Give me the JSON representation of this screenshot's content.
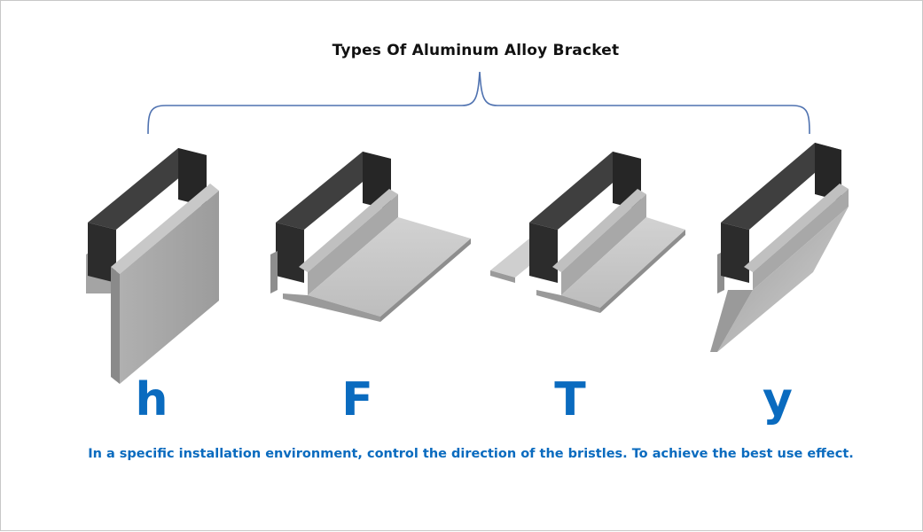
{
  "title": "Types Of Aluminum Alloy Bracket",
  "types": [
    {
      "label": "h"
    },
    {
      "label": "F"
    },
    {
      "label": "T"
    },
    {
      "label": "y"
    }
  ],
  "caption": "In a specific installation environment, control the direction of the bristles. To achieve the best use effect.",
  "colors": {
    "label_blue": "#0a6bbf",
    "caption_blue": "#0a6bbf",
    "brace": "#4f72b0",
    "brush_front": "#2b2b2b",
    "brush_top": "#3d3d3d",
    "metal_light": "#c9c9c9",
    "metal_mid": "#a9a9a9",
    "metal_dark": "#8a8a8a"
  }
}
